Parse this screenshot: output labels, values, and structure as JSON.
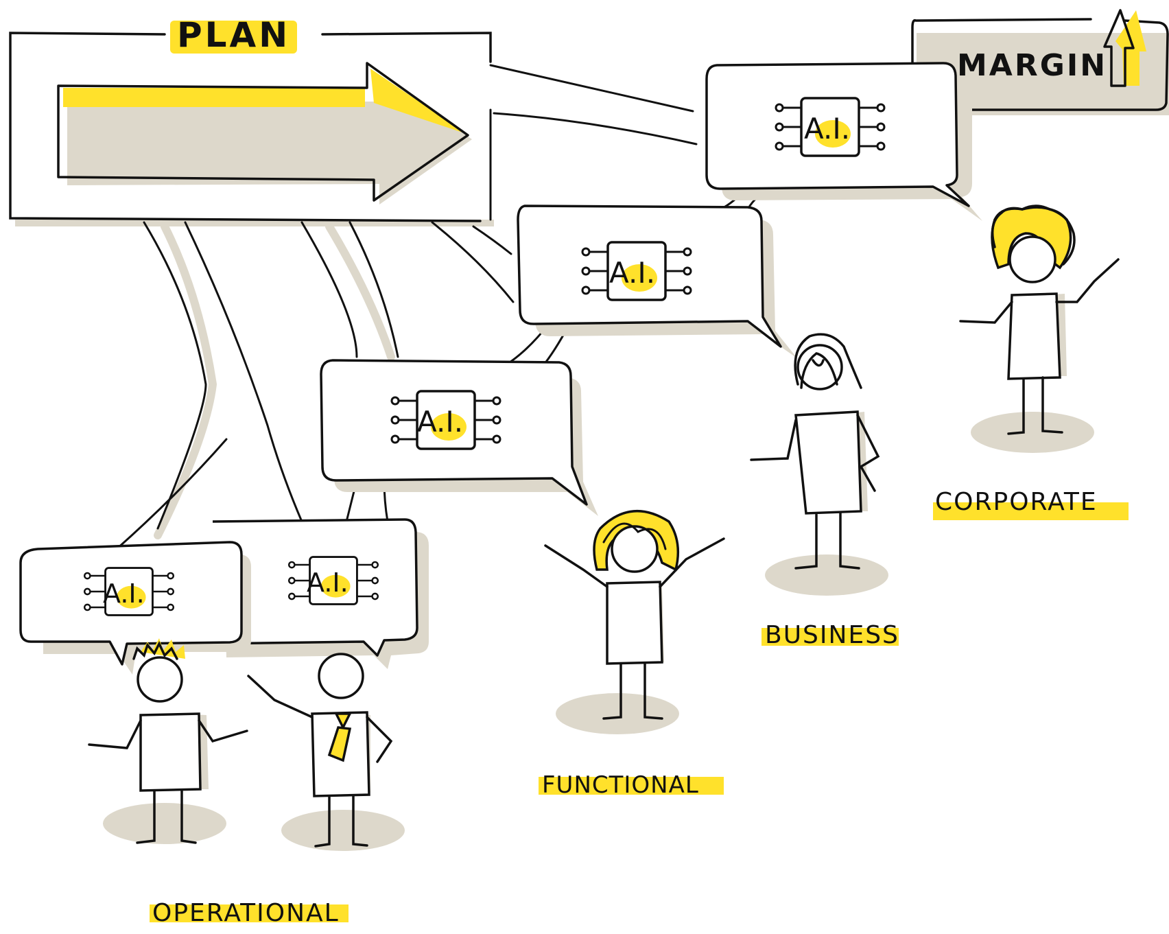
{
  "title": "PLAN",
  "goal": "MARGIN",
  "chip_label": "A.I.",
  "levels": [
    {
      "label": "OPERATIONAL"
    },
    {
      "label": "FUNCTIONAL"
    },
    {
      "label": "BUSINESS"
    },
    {
      "label": "CORPORATE"
    }
  ],
  "colors": {
    "ink": "#111111",
    "highlight": "#ffe12b",
    "shadow": "#ddd8cb",
    "background": "#ffffff"
  },
  "icons": [
    "plan-arrow-icon",
    "up-arrow-icon",
    "ai-chip-icon",
    "speech-bubble-icon",
    "stick-figure-icon"
  ]
}
